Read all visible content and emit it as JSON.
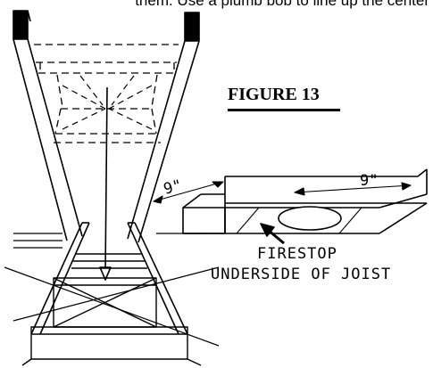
{
  "header_text": "them. Use a plumb bob to line up the center",
  "figure_title": "FIGURE 13",
  "labels": {
    "dim_left": "9\"",
    "dim_right": "9\"",
    "firestop_line1": "FIRESTOP",
    "firestop_line2": "UNDERSIDE OF JOIST"
  }
}
